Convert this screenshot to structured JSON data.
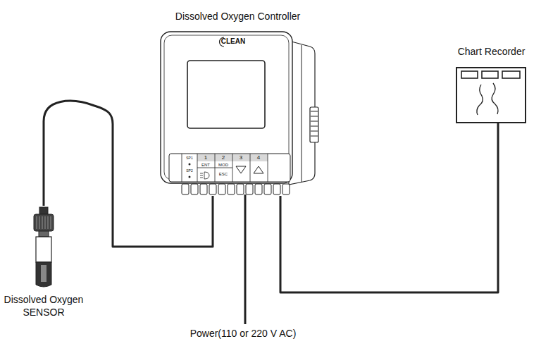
{
  "diagram": {
    "nodes": [
      {
        "text": [
          "Dissolved Oxygen Controller"
        ]
      },
      {
        "text": [
          "Chart Recorder"
        ]
      },
      {
        "text": [
          "Dissolved Oxygen SENSOR"
        ]
      }
    ],
    "edges": [
      {
        "from": 2,
        "to": 0,
        "arrow": "none"
      },
      {
        "from": 0,
        "to": 1,
        "arrow": "none"
      }
    ],
    "labels": [
      "CLEAN",
      "SP1",
      "SP2",
      "1",
      "2",
      "3",
      "4",
      "ENT",
      "MOD",
      "ESC",
      "Power(110 or 220 V AC)"
    ]
  }
}
